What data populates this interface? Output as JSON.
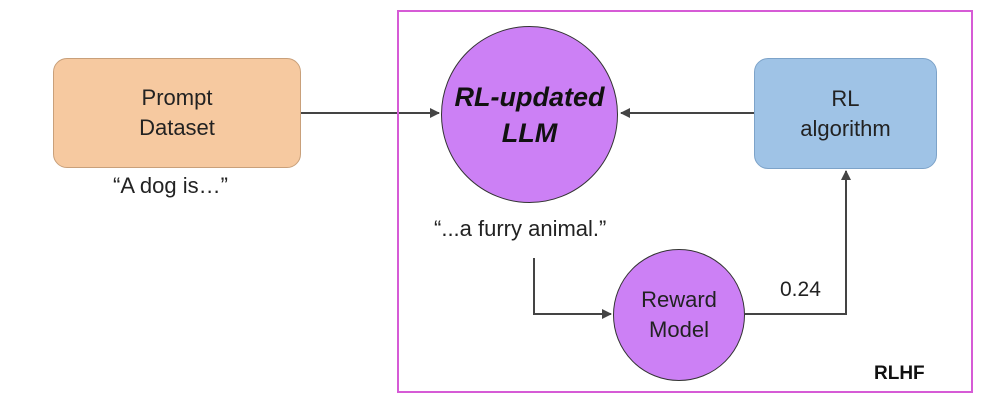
{
  "diagram": {
    "group_label": "RLHF",
    "nodes": {
      "prompt_dataset": {
        "line1": "Prompt",
        "line2": "Dataset",
        "caption": "“A dog is…”",
        "color": "#f6c9a0"
      },
      "llm": {
        "line1": "RL-updated",
        "line2": "LLM",
        "caption": "“...a furry animal.”",
        "color": "#cc80f5"
      },
      "rl_algorithm": {
        "line1": "RL",
        "line2": "algorithm",
        "color": "#9fc3e6"
      },
      "reward_model": {
        "line1": "Reward",
        "line2": "Model",
        "color": "#cc80f5"
      }
    },
    "edges": [
      {
        "from": "prompt_dataset",
        "to": "llm"
      },
      {
        "from": "rl_algorithm",
        "to": "llm"
      },
      {
        "from": "llm",
        "to": "reward_model"
      },
      {
        "from": "reward_model",
        "to": "rl_algorithm",
        "label": "0.24"
      }
    ],
    "frame_color": "#d65bd6"
  }
}
